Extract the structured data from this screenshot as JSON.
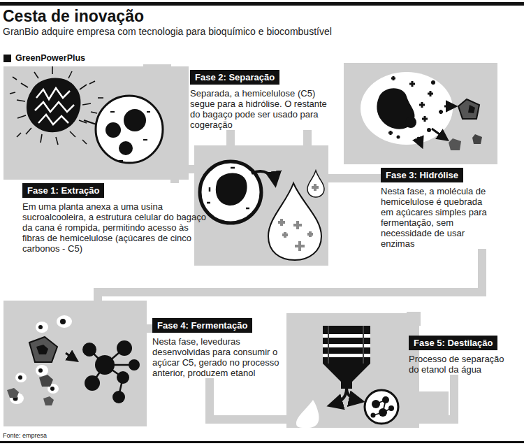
{
  "diagram": {
    "title": "Cesta de inovação",
    "nodes": [
      {
        "text": [
          "Fase 1: Extração",
          "Em uma planta anexa a uma usina sucroalcooleira, a estrutura celular do bagaço da cana é rompida, permitindo acesso às fibras de hemicelulose (açúcares de cinco carbonos - C5)"
        ]
      },
      {
        "text": [
          "Fase 2: Separação",
          "Separada, a hemicelulose (C5) segue para a hidrólise. O restante do bagaço pode ser usado para cogeração"
        ]
      },
      {
        "text": [
          "Fase 3: Hidrólise",
          "Nesta fase, a molécula de hemicelulose é quebrada em açúcares simples para fermentação, sem necessidade de usar enzimas"
        ]
      },
      {
        "text": [
          "Fase 4: Fermentação",
          "Nesta fase, leveduras desenvolvidas para consumir o açúcar C5, gerado no processo anterior, produzem etanol"
        ]
      },
      {
        "text": [
          "Fase 5: Destilação",
          "Processo de separação do etanol da água"
        ]
      }
    ],
    "edges": [
      {
        "from": 0,
        "to": 1,
        "arrow": "none"
      },
      {
        "from": 1,
        "to": 2,
        "arrow": "none"
      },
      {
        "from": 2,
        "to": 3,
        "arrow": "none"
      },
      {
        "from": 3,
        "to": 4,
        "arrow": "none"
      }
    ],
    "labels": [
      "GranBio adquire empresa com tecnologia para bioquímico e biocombustível",
      "GreenPowerPlus",
      "Fonte: empresa"
    ]
  }
}
